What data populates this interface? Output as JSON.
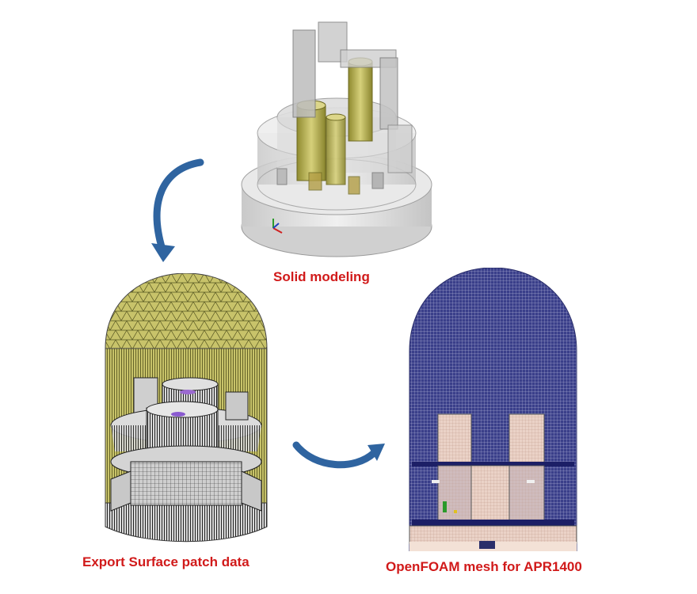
{
  "captions": {
    "solid": "Solid modeling",
    "export": "Export Surface patch data",
    "mesh": "OpenFOAM mesh for APR1400"
  },
  "colors": {
    "caption": "#d11a1a",
    "arrow": "#2f64a0",
    "olive_mesh": "#6b6b2a",
    "blue_mesh": "#3a3f8a",
    "solid_gray": "#d8d8d8",
    "solid_yellow": "#b8b24a"
  },
  "icons": [
    "curved-arrow-icon",
    "curved-arrow-icon"
  ]
}
